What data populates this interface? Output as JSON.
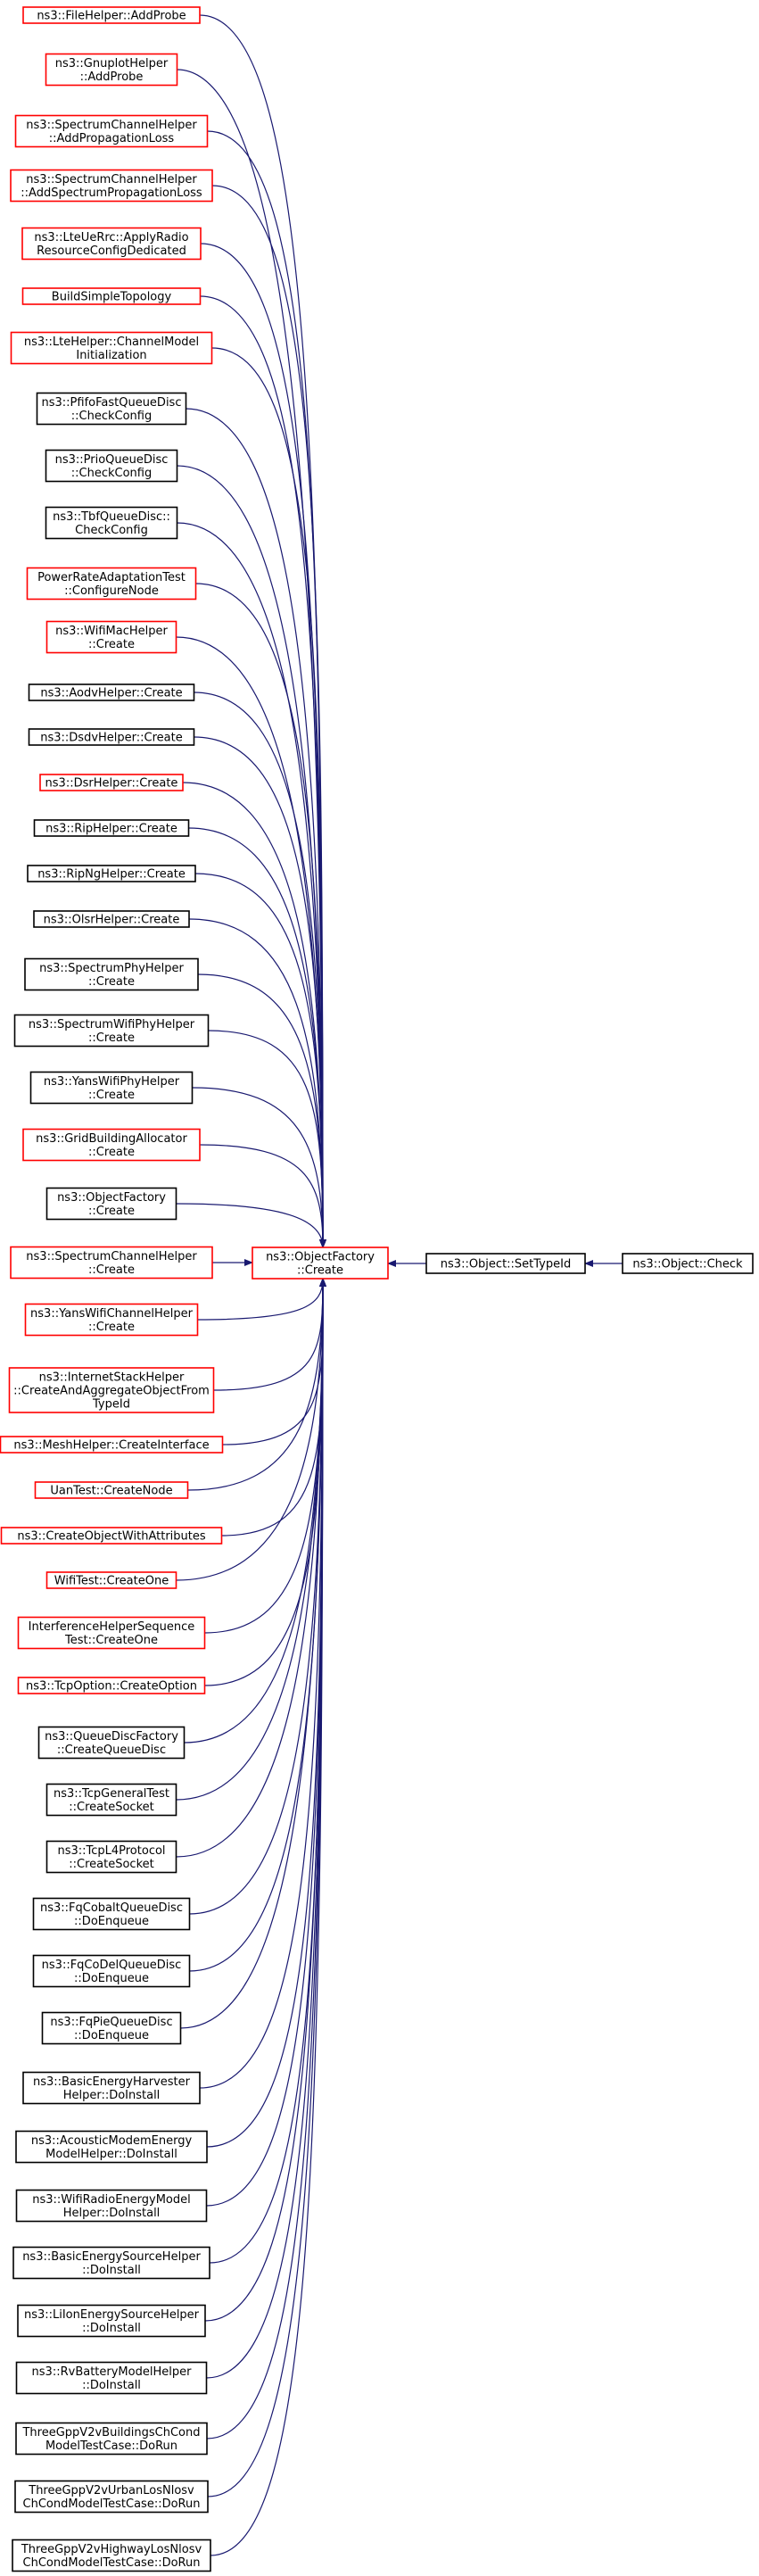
{
  "colors": {
    "edge": "#191970",
    "border_red": "#ff0000",
    "border_black": "#000000",
    "focus_fill": "#bfbfbf",
    "background": "#ffffff"
  },
  "focus": {
    "label": [
      "ns3::Object::Check"
    ]
  },
  "settypeid": {
    "label": [
      "ns3::Object::SetTypeId"
    ]
  },
  "factory": {
    "label": [
      "ns3::ObjectFactory",
      "::Create"
    ]
  },
  "callers": [
    {
      "label": [
        "ns3::FileHelper::AddProbe"
      ],
      "border": "red"
    },
    {
      "label": [
        "ns3::GnuplotHelper",
        "::AddProbe"
      ],
      "border": "red"
    },
    {
      "label": [
        "ns3::SpectrumChannelHelper",
        "::AddPropagationLoss"
      ],
      "border": "red"
    },
    {
      "label": [
        "ns3::SpectrumChannelHelper",
        "::AddSpectrumPropagationLoss"
      ],
      "border": "red"
    },
    {
      "label": [
        "ns3::LteUeRrc::ApplyRadio",
        "ResourceConfigDedicated"
      ],
      "border": "red"
    },
    {
      "label": [
        "BuildSimpleTopology"
      ],
      "border": "red"
    },
    {
      "label": [
        "ns3::LteHelper::ChannelModel",
        "Initialization"
      ],
      "border": "red"
    },
    {
      "label": [
        "ns3::PfifoFastQueueDisc",
        "::CheckConfig"
      ],
      "border": "black"
    },
    {
      "label": [
        "ns3::PrioQueueDisc",
        "::CheckConfig"
      ],
      "border": "black"
    },
    {
      "label": [
        "ns3::TbfQueueDisc::",
        "CheckConfig"
      ],
      "border": "black"
    },
    {
      "label": [
        "PowerRateAdaptationTest",
        "::ConfigureNode"
      ],
      "border": "red"
    },
    {
      "label": [
        "ns3::WifiMacHelper",
        "::Create"
      ],
      "border": "red"
    },
    {
      "label": [
        "ns3::AodvHelper::Create"
      ],
      "border": "black"
    },
    {
      "label": [
        "ns3::DsdvHelper::Create"
      ],
      "border": "black"
    },
    {
      "label": [
        "ns3::DsrHelper::Create"
      ],
      "border": "red"
    },
    {
      "label": [
        "ns3::RipHelper::Create"
      ],
      "border": "black"
    },
    {
      "label": [
        "ns3::RipNgHelper::Create"
      ],
      "border": "black"
    },
    {
      "label": [
        "ns3::OlsrHelper::Create"
      ],
      "border": "black"
    },
    {
      "label": [
        "ns3::SpectrumPhyHelper",
        "::Create"
      ],
      "border": "black"
    },
    {
      "label": [
        "ns3::SpectrumWifiPhyHelper",
        "::Create"
      ],
      "border": "black"
    },
    {
      "label": [
        "ns3::YansWifiPhyHelper",
        "::Create"
      ],
      "border": "black"
    },
    {
      "label": [
        "ns3::GridBuildingAllocator",
        "::Create"
      ],
      "border": "red"
    },
    {
      "label": [
        "ns3::ObjectFactory",
        "::Create"
      ],
      "border": "black"
    },
    {
      "label": [
        "ns3::SpectrumChannelHelper",
        "::Create"
      ],
      "border": "red"
    },
    {
      "label": [
        "ns3::YansWifiChannelHelper",
        "::Create"
      ],
      "border": "red"
    },
    {
      "label": [
        "ns3::InternetStackHelper",
        "::CreateAndAggregateObjectFrom",
        "TypeId"
      ],
      "border": "red"
    },
    {
      "label": [
        "ns3::MeshHelper::CreateInterface"
      ],
      "border": "red"
    },
    {
      "label": [
        "UanTest::CreateNode"
      ],
      "border": "red"
    },
    {
      "label": [
        "ns3::CreateObjectWithAttributes"
      ],
      "border": "red"
    },
    {
      "label": [
        "WifiTest::CreateOne"
      ],
      "border": "red"
    },
    {
      "label": [
        "InterferenceHelperSequence",
        "Test::CreateOne"
      ],
      "border": "red"
    },
    {
      "label": [
        "ns3::TcpOption::CreateOption"
      ],
      "border": "red"
    },
    {
      "label": [
        "ns3::QueueDiscFactory",
        "::CreateQueueDisc"
      ],
      "border": "black"
    },
    {
      "label": [
        "ns3::TcpGeneralTest",
        "::CreateSocket"
      ],
      "border": "black"
    },
    {
      "label": [
        "ns3::TcpL4Protocol",
        "::CreateSocket"
      ],
      "border": "black"
    },
    {
      "label": [
        "ns3::FqCobaltQueueDisc",
        "::DoEnqueue"
      ],
      "border": "black"
    },
    {
      "label": [
        "ns3::FqCoDelQueueDisc",
        "::DoEnqueue"
      ],
      "border": "black"
    },
    {
      "label": [
        "ns3::FqPieQueueDisc",
        "::DoEnqueue"
      ],
      "border": "black"
    },
    {
      "label": [
        "ns3::BasicEnergyHarvester",
        "Helper::DoInstall"
      ],
      "border": "black"
    },
    {
      "label": [
        "ns3::AcousticModemEnergy",
        "ModelHelper::DoInstall"
      ],
      "border": "black"
    },
    {
      "label": [
        "ns3::WifiRadioEnergyModel",
        "Helper::DoInstall"
      ],
      "border": "black"
    },
    {
      "label": [
        "ns3::BasicEnergySourceHelper",
        "::DoInstall"
      ],
      "border": "black"
    },
    {
      "label": [
        "ns3::LiIonEnergySourceHelper",
        "::DoInstall"
      ],
      "border": "black"
    },
    {
      "label": [
        "ns3::RvBatteryModelHelper",
        "::DoInstall"
      ],
      "border": "black"
    },
    {
      "label": [
        "ThreeGppV2vBuildingsChCond",
        "ModelTestCase::DoRun"
      ],
      "border": "black"
    },
    {
      "label": [
        "ThreeGppV2vUrbanLosNlosv",
        "ChCondModelTestCase::DoRun"
      ],
      "border": "black"
    },
    {
      "label": [
        "ThreeGppV2vHighwayLosNlosv",
        "ChCondModelTestCase::DoRun"
      ],
      "border": "black"
    }
  ]
}
